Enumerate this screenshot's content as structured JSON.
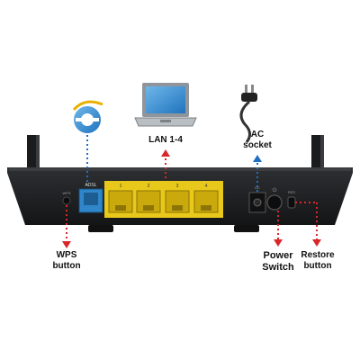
{
  "labels": {
    "lan": "LAN 1-4",
    "ac_line1": "AC",
    "ac_line2": "socket",
    "wps_line1": "WPS",
    "wps_line2": "button",
    "power_line1": "Power",
    "power_line2": "Switch",
    "restore_line1": "Restore",
    "restore_line2": "button"
  },
  "ports": {
    "adsl": "ADSL",
    "lan_numbers": [
      "1",
      "2",
      "3",
      "4"
    ],
    "wps_small": "WPS",
    "dc_small": "DC",
    "power_small": "⏻",
    "reset_small": "RES"
  },
  "icons": {
    "internet": "internet-explorer-icon",
    "laptop": "laptop-icon",
    "ac_plug": "power-plug-icon"
  },
  "colors": {
    "router_body": "#1e1f21",
    "adsl_port": "#2f86c9",
    "lan_ports": "#e8c81a",
    "blue_callout": "#1f6fc0",
    "red_callout": "#d9262a"
  }
}
